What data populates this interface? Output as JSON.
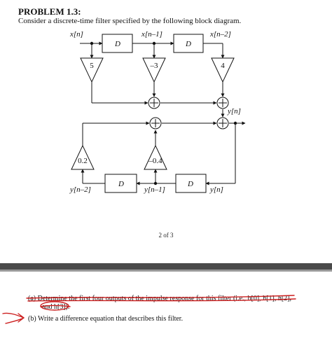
{
  "problem": {
    "title": "PROBLEM 1.3:",
    "subtitle": "Consider a discrete-time filter specified by the following block diagram."
  },
  "diagram": {
    "labels": {
      "input": "x[n]",
      "x_n1": "x[n–1]",
      "x_n2": "x[n–2]",
      "output": "y[n]",
      "y_n": "y[n]",
      "y_n1": "y[n–1]",
      "y_n2": "y[n–2]"
    },
    "delay_label": "D",
    "gains": {
      "g0": "5",
      "g1": "–3",
      "g2": "4",
      "fb1": "–0.4",
      "fb2": "0.2"
    }
  },
  "page": {
    "number": "2 of 3"
  },
  "questions": {
    "a_line1": "(a) Determine the first four outputs of the impulse response for this filter (i.e., h[0], h[1], h[2],",
    "a_line2": "and h[3]).",
    "b": "(b) Write a difference equation that describes this filter."
  },
  "colors": {
    "annotation": "#cc1f1f",
    "separator": "#4a4a4a"
  }
}
